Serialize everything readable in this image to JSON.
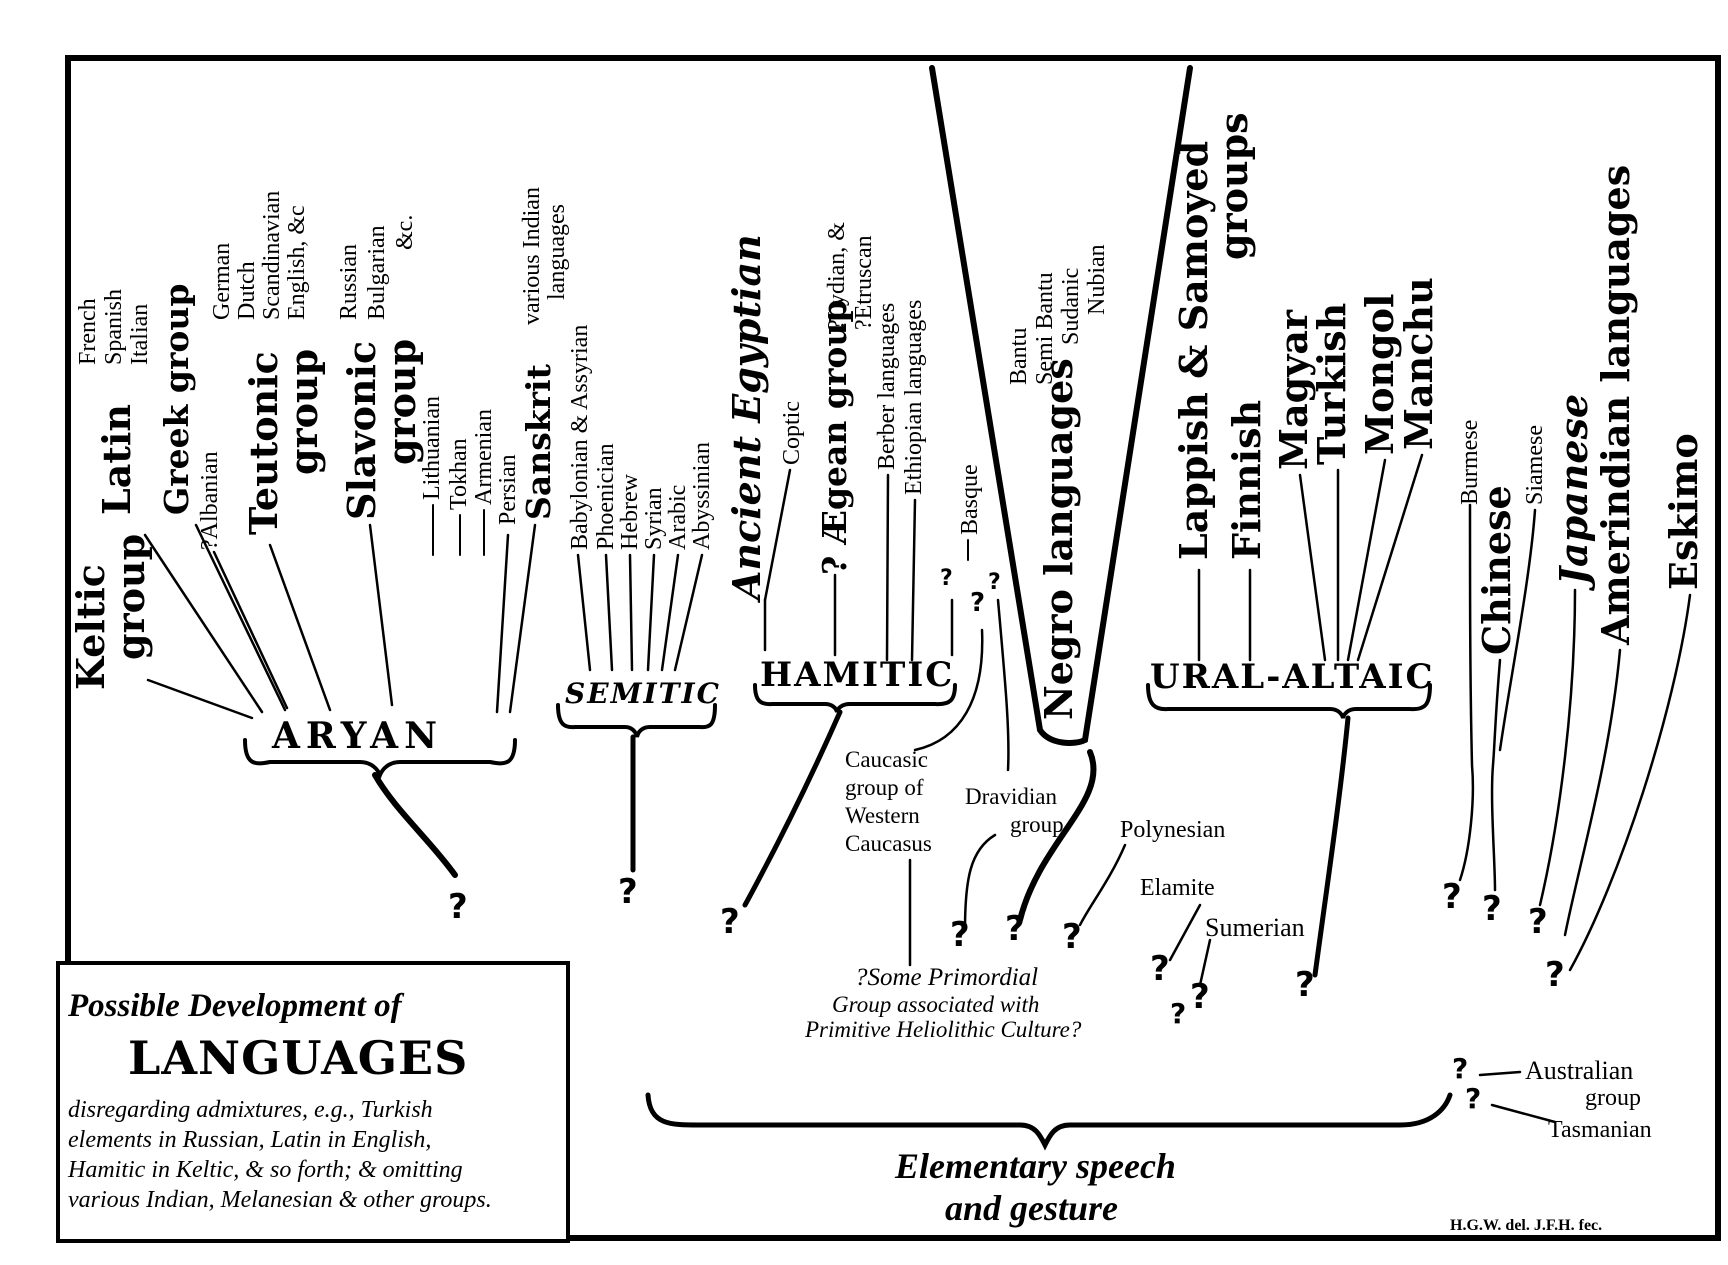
{
  "title": {
    "line1": "Possible Development of",
    "line2": "LANGUAGES",
    "note": [
      "disregarding admixtures, e.g., Turkish",
      "elements in Russian, Latin in English,",
      "Hamitic in Keltic, & so forth; & omitting",
      "various Indian, Melanesian & other groups."
    ]
  },
  "families": {
    "aryan": "ARYAN",
    "semitic": "SEMITIC",
    "hamitic": "HAMITIC",
    "ural_altaic": "URAL-ALTAIC"
  },
  "aryan": {
    "keltic": [
      "Keltic",
      "group"
    ],
    "latin": "Latin",
    "latin_sub": [
      "French",
      "Spanish",
      "Italian"
    ],
    "greek": "Greek group",
    "albanian": "?Albanian",
    "teutonic": [
      "Teutonic",
      "group"
    ],
    "teutonic_sub": [
      "German",
      "Dutch",
      "Scandinavian",
      "English, &c"
    ],
    "slavonic": [
      "Slavonic",
      "group"
    ],
    "slavonic_sub": [
      "Russian",
      "Bulgarian",
      "&c."
    ],
    "small": [
      "Lithuanian",
      "Tokhan",
      "Armenian",
      "Persian"
    ],
    "sanskrit": "Sanskrit",
    "sanskrit_sub": [
      "various Indian",
      "languages"
    ]
  },
  "semitic": [
    "Babylonian & Assyrian",
    "Phoenician",
    "Hebrew",
    "Syrian",
    "Arabic",
    "Abyssinian"
  ],
  "hamitic": {
    "egyptian": "Ancient Egyptian",
    "coptic": "Coptic",
    "aegean": "? Ægean group",
    "aegean_sub": [
      "?Lydian, &",
      "?Etruscan"
    ],
    "berber": "Berber languages",
    "ethiopian": "Ethiopian languages"
  },
  "basque": "Basque",
  "negro": {
    "label": "Negro languages",
    "sub": [
      "Bantu",
      "Semi Bantu",
      "Sudanic",
      "Nubian"
    ]
  },
  "ural": {
    "lappish": [
      "Lappish & Samoyed",
      "groups"
    ],
    "finnish": "Finnish",
    "magyar": "Magyar",
    "turkish": "Turkish",
    "mongol": "Mongol",
    "manchu": "Manchu"
  },
  "east": {
    "burmese": "Burmese",
    "chinese": "Chinese",
    "siamese": "Siamese",
    "japanese": "Japanese",
    "amerindian": "Amerindian languages",
    "eskimo": "Eskimo"
  },
  "others": {
    "caucasic": [
      "Caucasic",
      "group of",
      "Western",
      "Caucasus"
    ],
    "dravidian": [
      "Dravidian",
      "group"
    ],
    "polynesian": "Polynesian",
    "elamite": "Elamite",
    "sumerian": "Sumerian",
    "primordial": [
      "?Some Primordial",
      "Group associated with",
      "Primitive Heliolithic Culture?"
    ],
    "australian": [
      "Australian",
      "group"
    ],
    "tasmanian": "Tasmanian"
  },
  "bottom": [
    "Elementary speech",
    "and gesture"
  ],
  "credit": "H.G.W. del. J.F.H. fec.",
  "qmark": "?"
}
